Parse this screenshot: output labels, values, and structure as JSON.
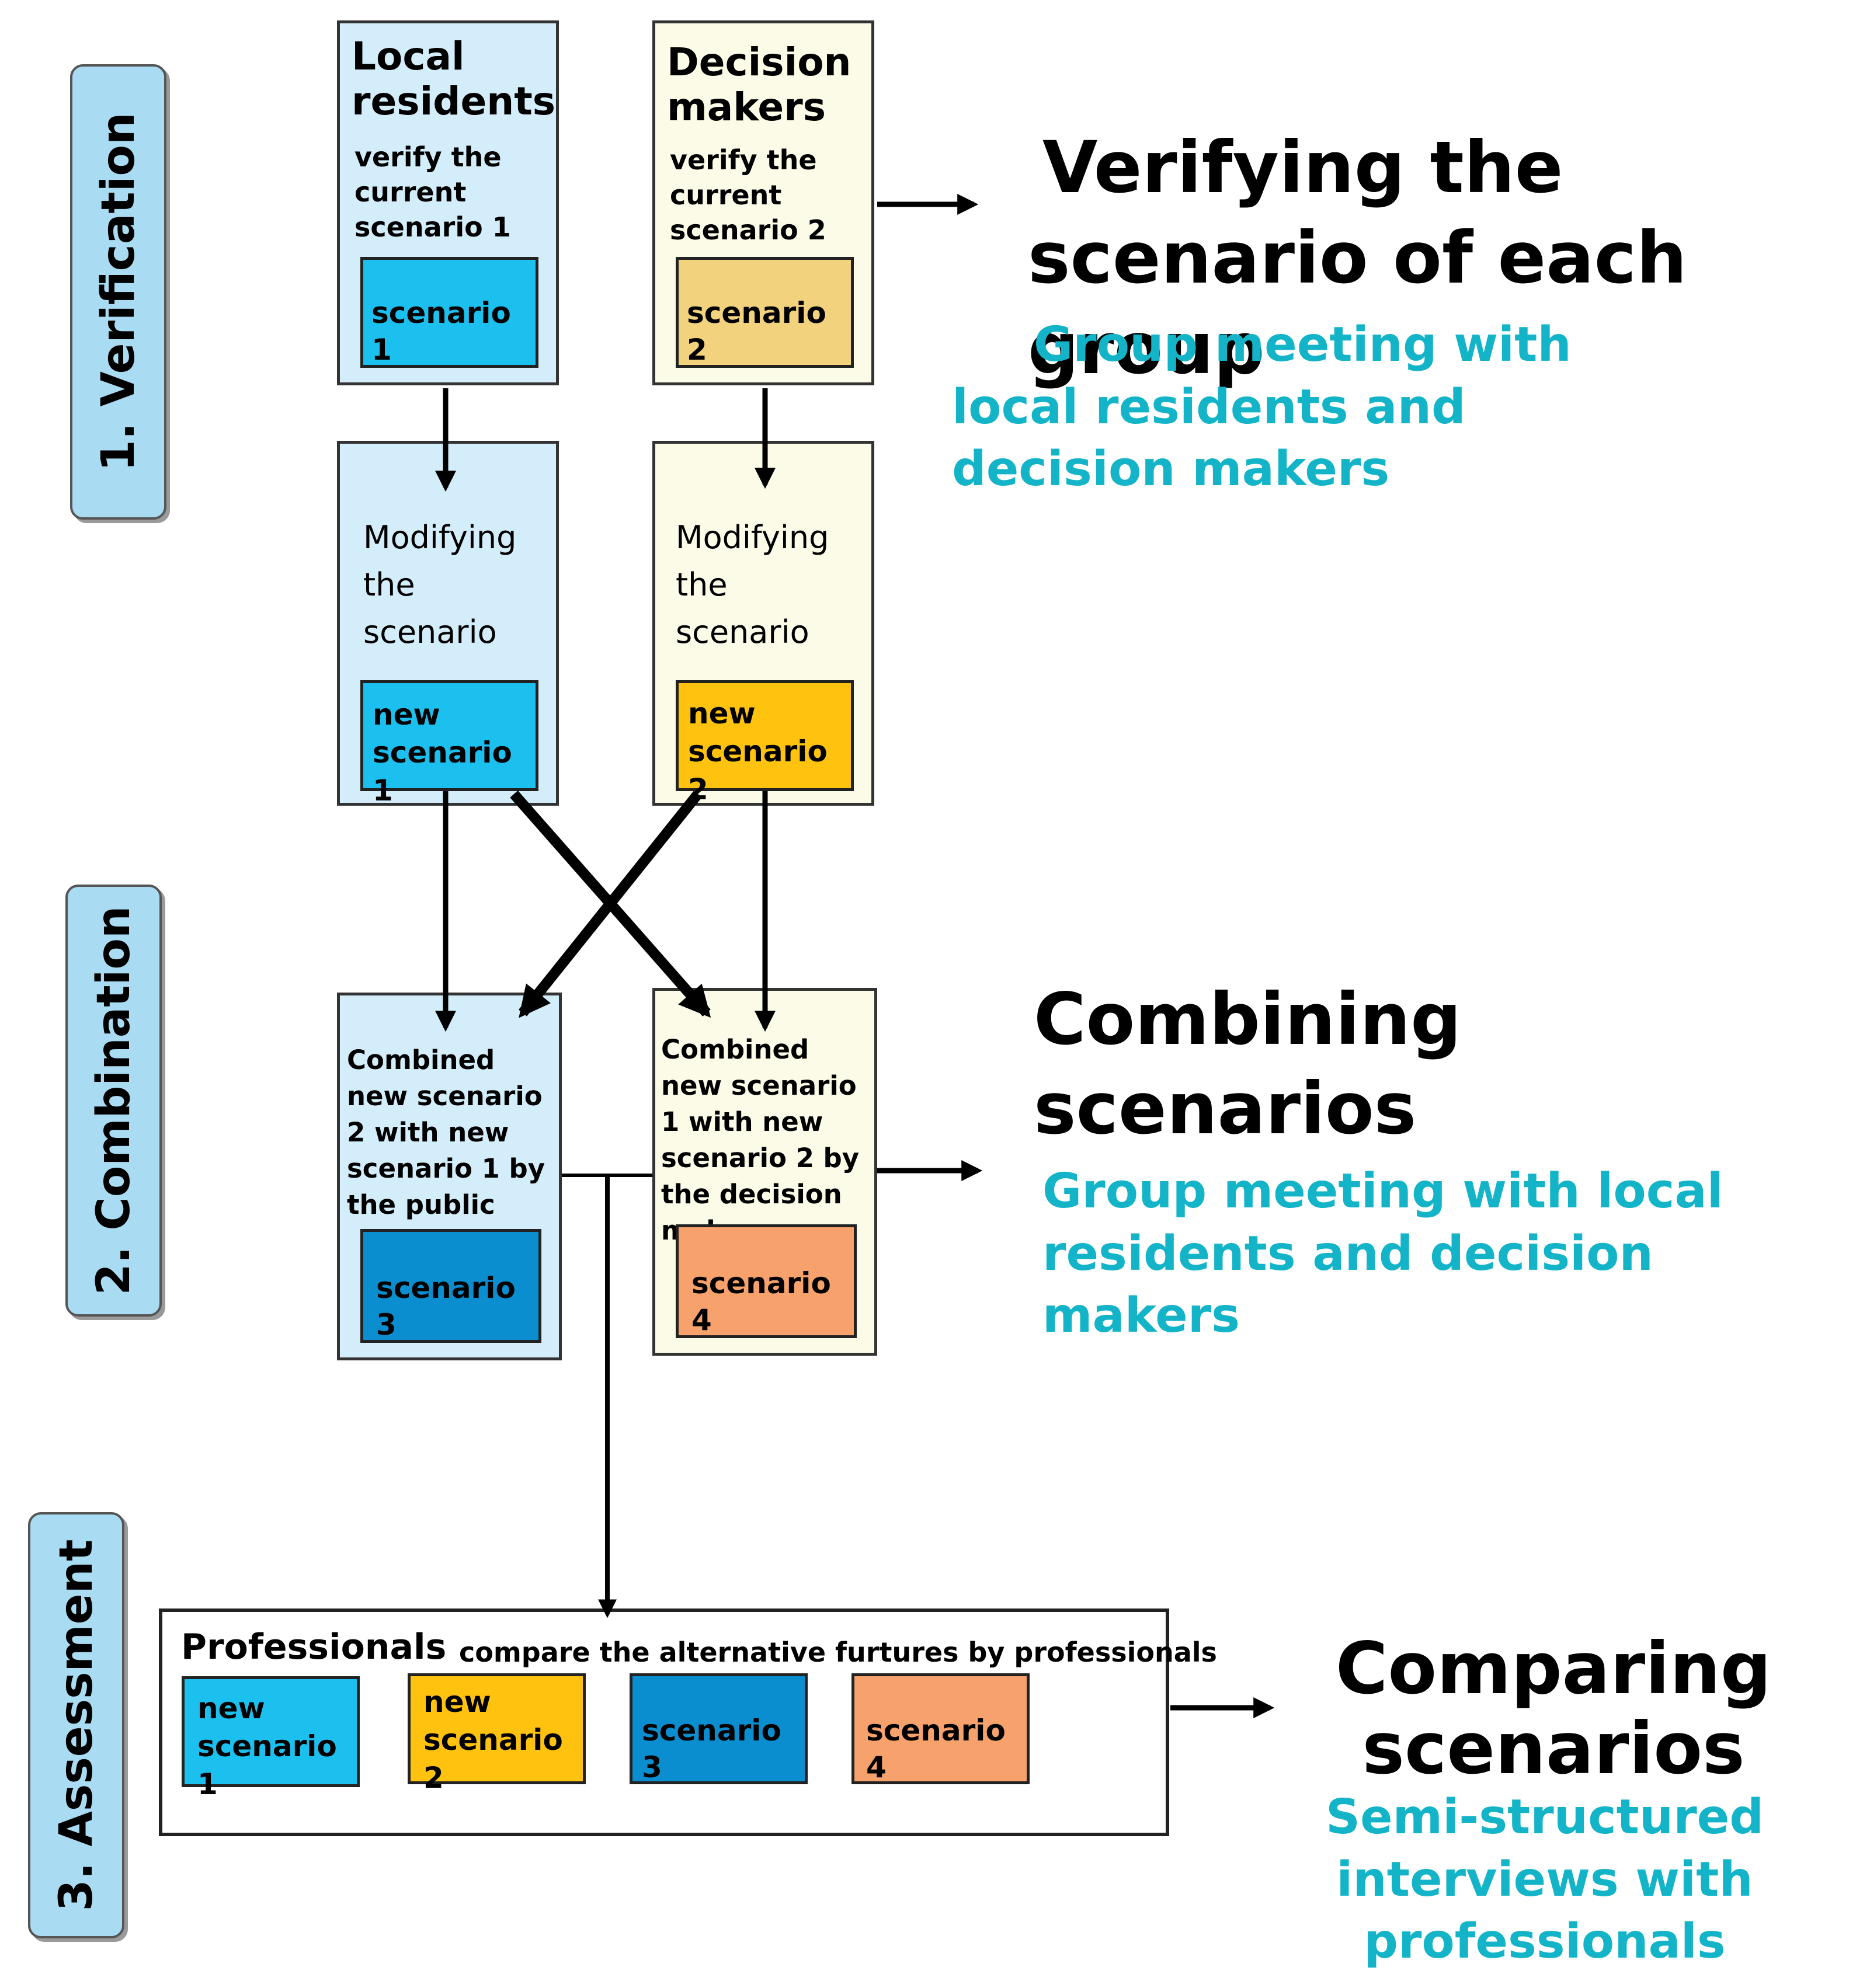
{
  "phases": {
    "verification": "1. Verification",
    "combination": "2. Combination",
    "assessment": "3. Assessment"
  },
  "local": {
    "title": "Local residents",
    "desc": "verify the current scenario 1",
    "scenario": "scenario 1",
    "modify": "Modifying the scenario",
    "new_scenario": "new scenario 1",
    "combined": "Combined new scenario 2 with new scenario 1 by the public",
    "combined_scenario": "scenario 3"
  },
  "decision": {
    "title": "Decision makers",
    "desc": "verify the current scenario 2",
    "scenario": "scenario 2",
    "modify": "Modifying the scenario",
    "new_scenario": "new scenario 2",
    "combined": "Combined new scenario 1 with new scenario 2 by the decision makers",
    "combined_scenario": "scenario 4"
  },
  "right": {
    "verify_heading": "Verifying the scenario of each group",
    "verify_method": "Group meeting with local residents and decision makers",
    "combine_heading": "Combining scenarios",
    "combine_method": "Group meeting with local residents and decision makers",
    "compare_heading": "Comparing scenarios",
    "compare_method": "Semi-structured interviews with professionals"
  },
  "professionals": {
    "title": "Professionals",
    "desc": "compare the alternative furtures by professionals",
    "items": [
      "new scenario 1",
      "new scenario 2",
      "scenario 3",
      "scenario 4"
    ]
  },
  "colors": {
    "scenario1": "#1cc0ef",
    "scenario2": "#f2d27c",
    "new_scenario2": "#ffc20f",
    "scenario3": "#0b8ed0",
    "scenario4": "#f7a26c",
    "method_text": "#14b4c8"
  }
}
